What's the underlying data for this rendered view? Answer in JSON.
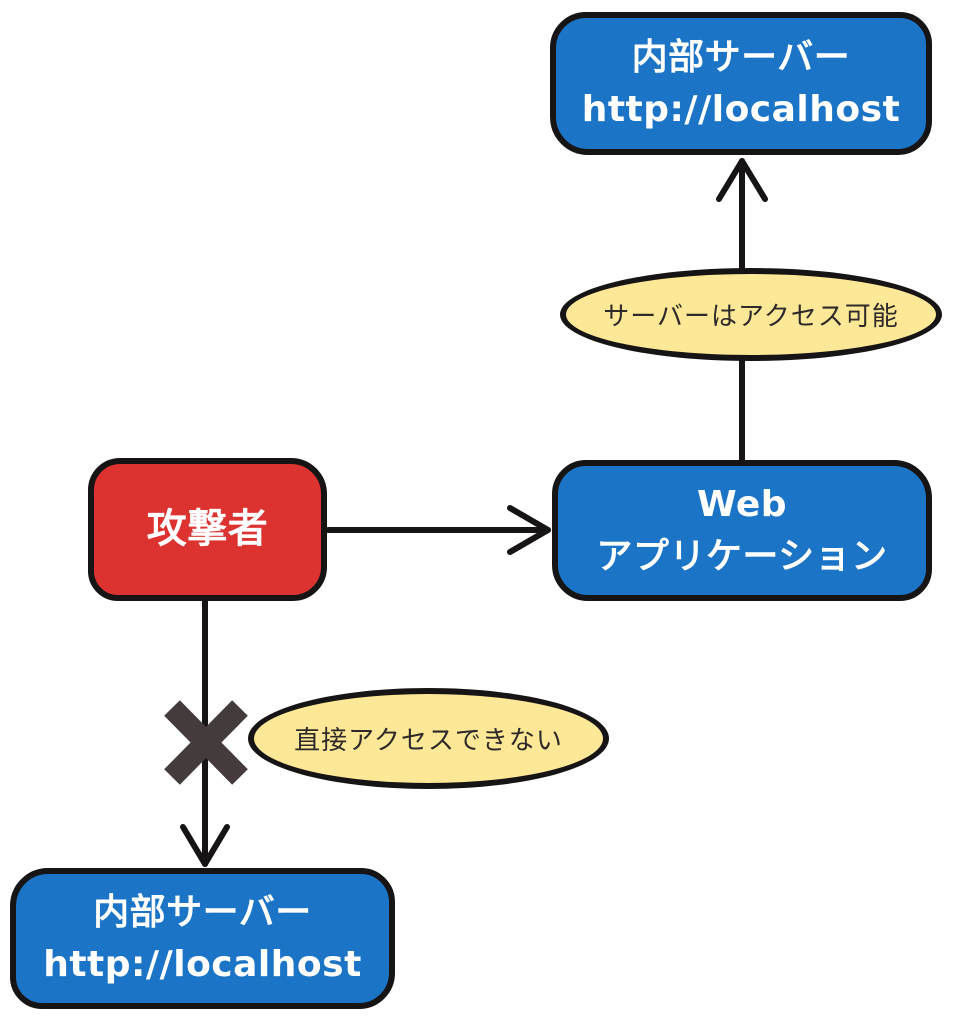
{
  "diagram": {
    "nodes": {
      "internal_server_top": {
        "line1": "内部サーバー",
        "line2": "http://localhost"
      },
      "web_app": {
        "line1": "Web",
        "line2": "アプリケーション"
      },
      "attacker": {
        "label": "攻撃者"
      },
      "internal_server_bottom": {
        "line1": "内部サーバー",
        "line2": "http://localhost"
      }
    },
    "callouts": {
      "server_accessible": "サーバーはアクセス可能",
      "no_direct_access": "直接アクセスできない"
    },
    "icons": {
      "blocked_cross": "blocked-cross-icon"
    },
    "colors": {
      "node_blue": "#1b74c5",
      "node_red": "#dc3330",
      "callout_yellow": "#fce896",
      "outline": "#161414",
      "arrow": "#161414",
      "cross": "#443c3c",
      "node_text": "#ffffff",
      "callout_text": "#2e2a2a",
      "background": "#ffffff"
    }
  }
}
